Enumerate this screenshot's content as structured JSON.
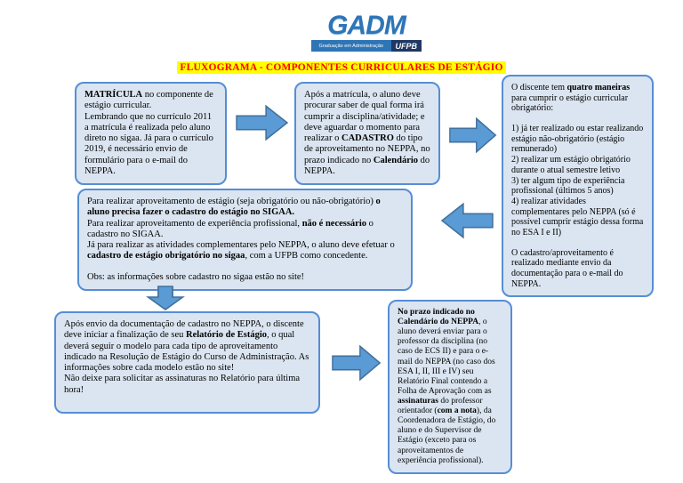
{
  "logo": {
    "brand": "GADM",
    "subtitle": "Graduação em Administração",
    "org": "UFPB"
  },
  "title": "FLUXOGRAMA - COMPONENTES CURRICULARES DE ESTÁGIO",
  "colors": {
    "box_fill": "#dbe5f1",
    "box_border": "#558ed5",
    "arrow_fill": "#5b9bd5",
    "title_text": "#ff0000",
    "title_highlight": "#ffff00",
    "brand_blue": "#2e75b6",
    "brand_navy": "#1f3864"
  },
  "boxes": {
    "matricula": {
      "paragraphs": [
        {
          "segs": [
            {
              "t": "MATRÍCULA",
              "b": true
            },
            {
              "t": " no componente de estágio curricular."
            }
          ]
        },
        {
          "segs": [
            {
              "t": "Lembrando que no currículo 2011 a matrícula é realizada pelo aluno direto no sigaa. Já para o currículo 2019, é necessário envio de formulário para o e-mail do NEPPA."
            }
          ]
        }
      ]
    },
    "apos_matricula": {
      "paragraphs": [
        {
          "segs": [
            {
              "t": "Após a matrícula, o aluno deve procurar saber de qual forma irá cumprir a disciplina/atividade; e deve aguardar o momento para realizar o "
            },
            {
              "t": "CADASTRO",
              "b": true
            },
            {
              "t": " do tipo de aproveitamento no NEPPA, no prazo indicado no "
            },
            {
              "t": "Calendário",
              "b": true
            },
            {
              "t": " do NEPPA."
            }
          ]
        }
      ]
    },
    "quatro_maneiras": {
      "paragraphs": [
        {
          "segs": [
            {
              "t": "O discente tem "
            },
            {
              "t": "quatro maneiras",
              "b": true
            },
            {
              "t": " para cumprir o estágio curricular obrigatório:"
            }
          ]
        },
        {
          "gap": true,
          "segs": [
            {
              "t": "1) já ter realizado ou estar realizando estágio não-obrigatório (estágio remunerado)"
            }
          ]
        },
        {
          "segs": [
            {
              "t": "2) realizar um estágio obrigatório durante o atual semestre letivo"
            }
          ]
        },
        {
          "segs": [
            {
              "t": "3) ter algum tipo de experiência profissional (últimos 5 anos)"
            }
          ]
        },
        {
          "segs": [
            {
              "t": "4) realizar atividades complementares pelo NEPPA (só é possível cumprir estágio dessa forma no ESA I e II)"
            }
          ]
        },
        {
          "gap": true,
          "segs": [
            {
              "t": "O cadastro/aproveitamento é realizado mediante envio da documentação para o e-mail do NEPPA."
            }
          ]
        }
      ]
    },
    "aproveitamento": {
      "paragraphs": [
        {
          "segs": [
            {
              "t": "Para realizar aproveitamento de estágio (seja obrigatório ou não-obrigatório) "
            },
            {
              "t": "o aluno precisa fazer o cadastro do estágio no SIGAA.",
              "b": true
            }
          ]
        },
        {
          "segs": [
            {
              "t": "Para realizar aproveitamento de experiência profissional, "
            },
            {
              "t": "não é necessário",
              "b": true
            },
            {
              "t": " o cadastro no SIGAA."
            }
          ]
        },
        {
          "segs": [
            {
              "t": "Já para realizar as atividades complementares pelo NEPPA, o aluno deve efetuar o "
            },
            {
              "t": "cadastro de estágio obrigatório no sigaa",
              "b": true
            },
            {
              "t": ", com a UFPB como concedente."
            }
          ]
        },
        {
          "gap": true,
          "segs": [
            {
              "t": "Obs: as informações sobre cadastro no sigaa estão no site!"
            }
          ]
        }
      ]
    },
    "relatorio": {
      "paragraphs": [
        {
          "segs": [
            {
              "t": "Após envio da documentação de cadastro no NEPPA, o discente deve iniciar a finalização de seu "
            },
            {
              "t": "Relatório de Estágio",
              "b": true
            },
            {
              "t": ", o qual deverá seguir o modelo para cada tipo de aproveitamento indicado na Resolução de Estágio do Curso de Administração. As informações sobre cada modelo estão no site!"
            }
          ]
        },
        {
          "segs": [
            {
              "t": "Não deixe para solicitar as assinaturas no Relatório para última hora!"
            }
          ]
        }
      ]
    },
    "prazo": {
      "paragraphs": [
        {
          "segs": [
            {
              "t": "No prazo indicado no Calendário do NEPPA",
              "b": true
            },
            {
              "t": ", o aluno deverá enviar para o professor da disciplina (no caso de ECS II) e para o e-mail do NEPPA (no caso dos ESA I, II, III e IV) seu Relatório Final contendo a Folha de Aprovação com as "
            },
            {
              "t": "assinaturas",
              "b": true
            },
            {
              "t": " do professor orientador ("
            },
            {
              "t": "com a nota",
              "b": true
            },
            {
              "t": "), da Coordenadora de Estágio, do aluno e do Supervisor de Estágio (exceto para os aproveitamentos de experiência profissional)."
            }
          ]
        }
      ]
    }
  }
}
